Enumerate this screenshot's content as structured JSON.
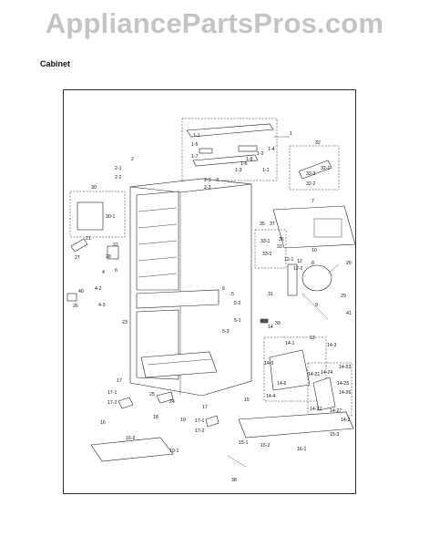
{
  "watermark": "AppliancePartsPros.com",
  "section_title": "Cabinet",
  "callouts": {
    "c1": "1",
    "c1_1": "1-1",
    "c1_2": "1-2",
    "c1_3": "1-3",
    "c1_4": "1-4",
    "c1_5": "1-5",
    "c1_6": "1-6",
    "c1_7": "1-7",
    "c1_8": "1-8",
    "c1_1b": "1-1",
    "c2": "2",
    "c2_1": "2-1",
    "c2_2": "2-2",
    "c2_1b": "2-1",
    "c2_3": "2-3",
    "c3": "3",
    "c4": "4",
    "c4_2": "4-2",
    "c4_3": "4-3",
    "c5": "5",
    "c5_2": "5-2",
    "c5_1": "5-1",
    "c5_3": "5-3",
    "c6": "6",
    "c6b": "6",
    "c7": "7",
    "c8": "8",
    "c9": "9",
    "c10": "10",
    "c12": "12",
    "c12_1": "12-1",
    "c12_2": "12-2",
    "c13": "13",
    "c14": "14",
    "c14_1": "14-1",
    "c14_2": "14-2",
    "c14_3": "14-3",
    "c14_4": "14-4",
    "c14_5": "14-5",
    "c14_6": "14-6",
    "c14_21": "14-21",
    "c14_22": "14-22",
    "c14_23": "14-23",
    "c14_24": "14-24",
    "c14_25": "14-25",
    "c14_26": "14-26",
    "c14_27": "14-27",
    "c15": "15",
    "c15_1": "15-1",
    "c15_2": "15-2",
    "c15_3": "15-3",
    "c16": "16",
    "c16_1": "16-1",
    "c16_2": "16-2",
    "c10_1": "10-1",
    "c17a": "17",
    "c17_1a": "17-1",
    "c17_2a": "17-2",
    "c17b": "17",
    "c17_1b": "17-1",
    "c17_2b": "17-2",
    "c18": "18",
    "c19": "19",
    "c20": "20",
    "c21": "21",
    "c22": "22",
    "c23": "23",
    "c24": "24",
    "c25": "25",
    "c26": "26",
    "c27": "27",
    "c28": "28",
    "c29": "29",
    "c30": "30",
    "c30_1": "30-1",
    "c31": "31",
    "c32": "32",
    "c32_1": "32-1",
    "c32_2": "32-2",
    "c32_3": "32-3",
    "c33": "33",
    "c33_1": "33-1",
    "c33_2": "33-2",
    "c35": "35",
    "c36": "36",
    "c37": "37",
    "c38": "38",
    "c39": "39",
    "c40": "40",
    "c41": "41"
  }
}
